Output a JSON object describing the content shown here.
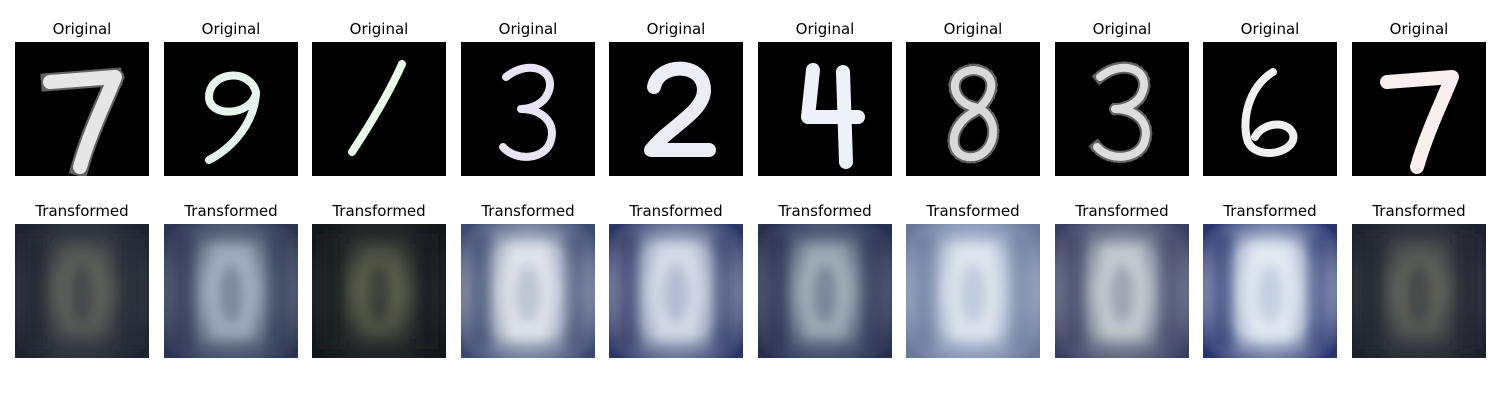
{
  "rows": [
    {
      "row_id": "original",
      "label": "Original",
      "kind": "digit",
      "items": [
        {
          "digit": "7",
          "tone": "#e6e6e6",
          "noisy": true
        },
        {
          "digit": "9",
          "tone": "#e4f6ec",
          "noisy": false
        },
        {
          "digit": "1",
          "tone": "#e9fbe9",
          "noisy": false
        },
        {
          "digit": "3",
          "tone": "#e8e4f6",
          "noisy": false
        },
        {
          "digit": "2",
          "tone": "#ececf7",
          "noisy": false
        },
        {
          "digit": "4",
          "tone": "#eef0fa",
          "noisy": false
        },
        {
          "digit": "8",
          "tone": "#d9d9d9",
          "noisy": true
        },
        {
          "digit": "3",
          "tone": "#dddddd",
          "noisy": true
        },
        {
          "digit": "6",
          "tone": "#f0f0f0",
          "noisy": false
        },
        {
          "digit": "7",
          "tone": "#fbeeee",
          "noisy": false
        }
      ]
    },
    {
      "row_id": "transformed",
      "label": "Transformed",
      "kind": "blur",
      "items": [
        {
          "base": "#3a3f46",
          "edge": "#1f2430",
          "glow": "#6d7061",
          "bright": 0.35
        },
        {
          "base": "#6a7589",
          "edge": "#2c3553",
          "glow": "#b4c2d2",
          "bright": 0.6
        },
        {
          "base": "#2b2f2e",
          "edge": "#15181a",
          "glow": "#6f7358",
          "bright": 0.3
        },
        {
          "base": "#aeb6c8",
          "edge": "#3d4a71",
          "glow": "#e6eaf0",
          "bright": 0.85
        },
        {
          "base": "#a3adc4",
          "edge": "#2d3866",
          "glow": "#dde3ee",
          "bright": 0.8
        },
        {
          "base": "#667088",
          "edge": "#28304f",
          "glow": "#b5c1c8",
          "bright": 0.6
        },
        {
          "base": "#b2bfd5",
          "edge": "#6a789c",
          "glow": "#e3e9f1",
          "bright": 0.9
        },
        {
          "base": "#8a93a6",
          "edge": "#3a4060",
          "glow": "#d3d8d8",
          "bright": 0.7
        },
        {
          "base": "#b8c3d9",
          "edge": "#2b3770",
          "glow": "#e8eef5",
          "bright": 0.85
        },
        {
          "base": "#3b3f45",
          "edge": "#1d222d",
          "glow": "#6e6f60",
          "bright": 0.35
        }
      ]
    }
  ]
}
